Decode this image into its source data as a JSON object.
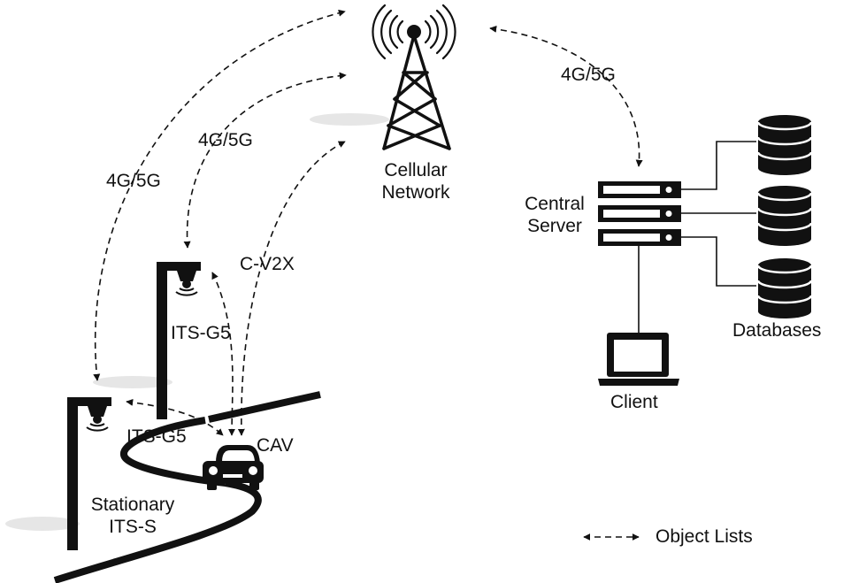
{
  "colors": {
    "ink": "#111111",
    "shadow": "#e6e6e6",
    "background": "#ffffff"
  },
  "icons": [
    "cell-tower-icon",
    "server-rack-icon",
    "database-icon",
    "laptop-icon",
    "car-icon",
    "roadside-camera-icon",
    "road-shape"
  ],
  "nodes": {
    "cellular": {
      "line1": "Cellular",
      "line2": "Network"
    },
    "server": {
      "line1": "Central",
      "line2": "Server"
    },
    "databases": "Databases",
    "client": "Client",
    "cav": "CAV",
    "stationary": {
      "line1": "Stationary",
      "line2": "ITS-S"
    }
  },
  "links": {
    "server_cellular": "4G/5G",
    "tall_pole_cellular": "4G/5G",
    "near_pole_cellular": "4G/5G",
    "cav_cellular": "C-V2X",
    "near_pole_cav": "ITS-G5",
    "tall_pole_cav": "ITS-G5"
  },
  "legend": {
    "label": "Object Lists"
  }
}
